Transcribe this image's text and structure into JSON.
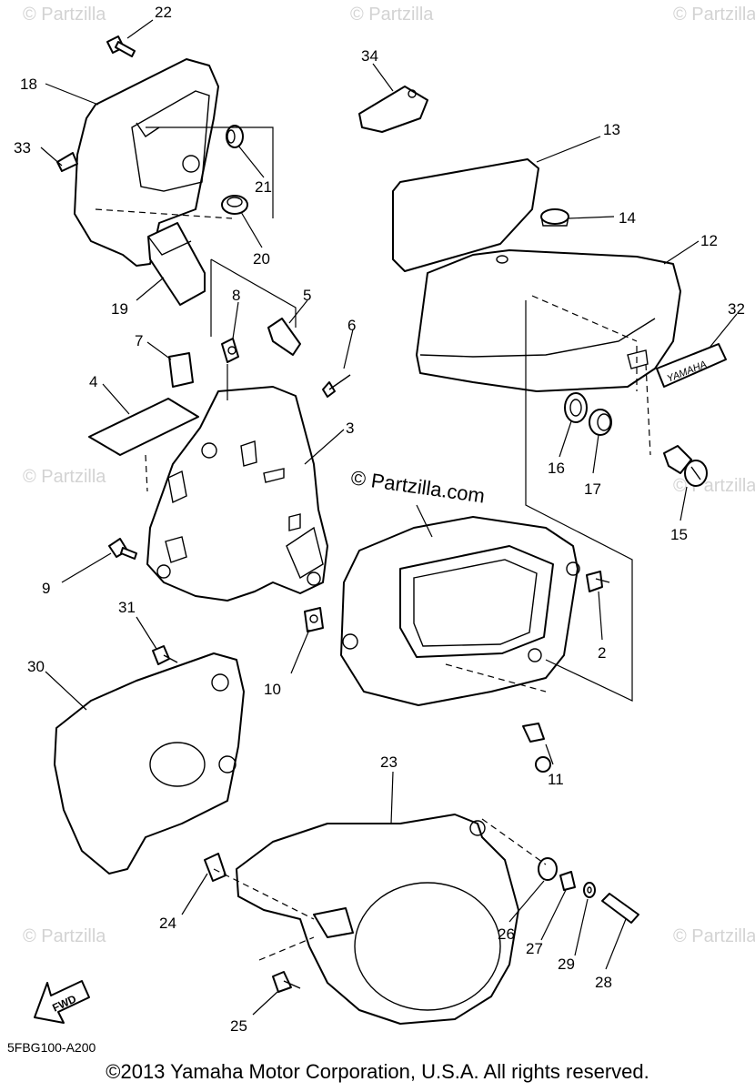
{
  "diagram": {
    "watermark_text": "© Partzilla",
    "center_watermark": "© Partzilla.com",
    "callouts": [
      "22",
      "18",
      "33",
      "34",
      "13",
      "21",
      "14",
      "12",
      "20",
      "32",
      "19",
      "8",
      "5",
      "6",
      "7",
      "4",
      "3",
      "16",
      "17",
      "15",
      "9",
      "2",
      "31",
      "10",
      "30",
      "11",
      "23",
      "24",
      "26",
      "27",
      "29",
      "28",
      "25"
    ],
    "fwd_label": "FWD",
    "emblem_text": "YAMAHA",
    "drawing_code": "5FBG100-A200",
    "copyright": "©2013 Yamaha Motor Corporation, U.S.A. All rights reserved."
  }
}
